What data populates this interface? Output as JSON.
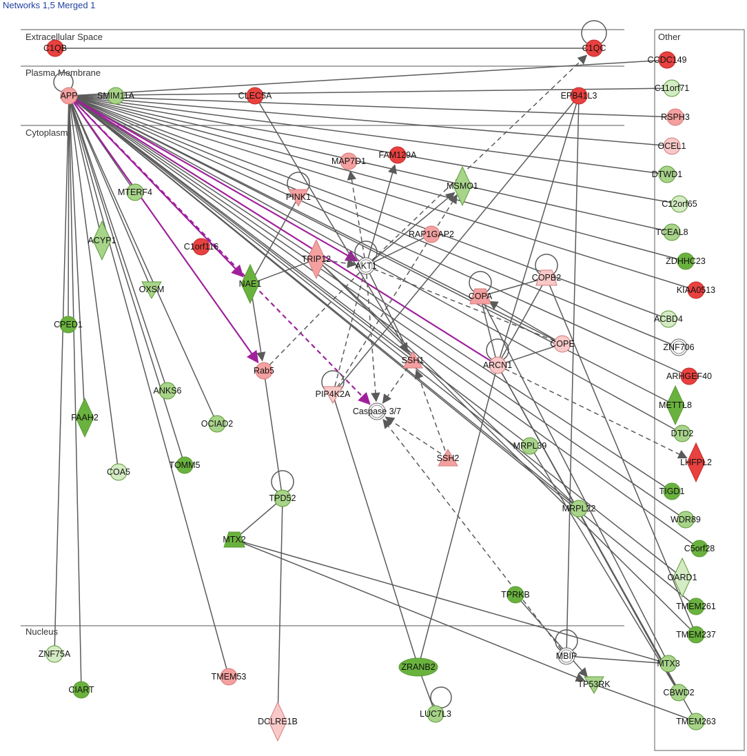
{
  "title": "Networks 1,5 Merged 1",
  "colors": {
    "red": "#e8413f",
    "pink": "#f4a0a0",
    "lightpink": "#f9c9c9",
    "green": "#6ab23e",
    "lightgreen": "#a8d48a",
    "palegreen": "#d4ebc4",
    "white": "#ffffff",
    "edge": "#5a5a5a",
    "purple": "#a0209c",
    "title": "#1f3f9f"
  },
  "regions": [
    {
      "id": "extracellular",
      "label": "Extracellular Space"
    },
    {
      "id": "plasma",
      "label": "Plasma Membrane"
    },
    {
      "id": "cytoplasm",
      "label": "Cytoplasm"
    },
    {
      "id": "nucleus",
      "label": "Nucleus"
    },
    {
      "id": "other",
      "label": "Other"
    }
  ],
  "nodes": [
    {
      "id": "C1QB",
      "label": "C1QB",
      "shape": "circle",
      "color": "red"
    },
    {
      "id": "C1QC",
      "label": "C1QC",
      "shape": "circle",
      "color": "red"
    },
    {
      "id": "APP",
      "label": "APP",
      "shape": "circle",
      "color": "pink"
    },
    {
      "id": "SMIM11A",
      "label": "SMIM11A",
      "shape": "circle",
      "color": "lightgreen"
    },
    {
      "id": "CLEC5A",
      "label": "CLEC5A",
      "shape": "circle",
      "color": "red"
    },
    {
      "id": "EPB41L3",
      "label": "EPB41L3",
      "shape": "circle",
      "color": "red"
    },
    {
      "id": "MAP7D1",
      "label": "MAP7D1",
      "shape": "circle",
      "color": "pink"
    },
    {
      "id": "FAM129A",
      "label": "FAM129A",
      "shape": "circle",
      "color": "red"
    },
    {
      "id": "MSMO1",
      "label": "MSMO1",
      "shape": "diamond",
      "color": "lightgreen"
    },
    {
      "id": "MTERF4",
      "label": "MTERF4",
      "shape": "circle",
      "color": "lightgreen"
    },
    {
      "id": "PINK1",
      "label": "PINK1",
      "shape": "tri-down",
      "color": "pink"
    },
    {
      "id": "RAP1GAP2",
      "label": "RAP1GAP2",
      "shape": "circle",
      "color": "pink"
    },
    {
      "id": "ACYP1",
      "label": "ACYP1",
      "shape": "diamond",
      "color": "lightgreen"
    },
    {
      "id": "C1orf116",
      "label": "C1orf116",
      "shape": "circle",
      "color": "red"
    },
    {
      "id": "TRIP12",
      "label": "TRIP12",
      "shape": "diamond",
      "color": "pink"
    },
    {
      "id": "AKT1",
      "label": "AKT1",
      "shape": "circle",
      "color": "white"
    },
    {
      "id": "NAE1",
      "label": "NAE1",
      "shape": "diamond",
      "color": "green"
    },
    {
      "id": "OXSM",
      "label": "OXSM",
      "shape": "tri-down",
      "color": "lightgreen"
    },
    {
      "id": "COPA",
      "label": "COPA",
      "shape": "trapezoid",
      "color": "pink"
    },
    {
      "id": "COPB2",
      "label": "COPB2",
      "shape": "trapezoid",
      "color": "lightpink"
    },
    {
      "id": "CPED1",
      "label": "CPED1",
      "shape": "circle",
      "color": "green"
    },
    {
      "id": "COPE",
      "label": "COPE",
      "shape": "circle",
      "color": "lightpink"
    },
    {
      "id": "ARCN1",
      "label": "ARCN1",
      "shape": "circle",
      "color": "lightpink"
    },
    {
      "id": "SSH1",
      "label": "SSH1",
      "shape": "tri-up",
      "color": "pink"
    },
    {
      "id": "Rab5",
      "label": "Rab5",
      "shape": "circle",
      "color": "pink"
    },
    {
      "id": "PIP4K2A",
      "label": "PIP4K2A",
      "shape": "tri-down",
      "color": "lightpink"
    },
    {
      "id": "Casp37",
      "label": "Caspase 3/7",
      "shape": "circle",
      "color": "white"
    },
    {
      "id": "FAAH2",
      "label": "FAAH2",
      "shape": "diamond",
      "color": "green"
    },
    {
      "id": "ANKS6",
      "label": "ANKS6",
      "shape": "circle",
      "color": "lightgreen"
    },
    {
      "id": "OCIAD2",
      "label": "OCIAD2",
      "shape": "circle",
      "color": "lightgreen"
    },
    {
      "id": "SSH2",
      "label": "SSH2",
      "shape": "tri-up",
      "color": "pink"
    },
    {
      "id": "MRPL39",
      "label": "MRPL39",
      "shape": "circle",
      "color": "lightgreen"
    },
    {
      "id": "COA5",
      "label": "COA5",
      "shape": "circle",
      "color": "palegreen"
    },
    {
      "id": "TOMM5",
      "label": "TOMM5",
      "shape": "circle",
      "color": "green"
    },
    {
      "id": "TPD52",
      "label": "TPD52",
      "shape": "circle",
      "color": "lightgreen"
    },
    {
      "id": "MRPL22",
      "label": "MRPL22",
      "shape": "circle",
      "color": "lightgreen"
    },
    {
      "id": "MTX2",
      "label": "MTX2",
      "shape": "trapezoid",
      "color": "green"
    },
    {
      "id": "TPRKB",
      "label": "TPRKB",
      "shape": "circle",
      "color": "green"
    },
    {
      "id": "ZNF75A",
      "label": "ZNF75A",
      "shape": "circle",
      "color": "palegreen"
    },
    {
      "id": "CIART",
      "label": "CIART",
      "shape": "circle",
      "color": "green"
    },
    {
      "id": "TMEM53",
      "label": "TMEM53",
      "shape": "circle",
      "color": "pink"
    },
    {
      "id": "ZRANB2",
      "label": "ZRANB2",
      "shape": "ellipse",
      "color": "green"
    },
    {
      "id": "MBIP",
      "label": "MBIP",
      "shape": "circle",
      "color": "white"
    },
    {
      "id": "TP53RK",
      "label": "TP53RK",
      "shape": "tri-down",
      "color": "lightgreen"
    },
    {
      "id": "DCLRE1B",
      "label": "DCLRE1B",
      "shape": "diamond",
      "color": "lightpink"
    },
    {
      "id": "LUC7L3",
      "label": "LUC7L3",
      "shape": "circle",
      "color": "lightgreen"
    },
    {
      "id": "CCDC149",
      "label": "CCDC149",
      "shape": "circle",
      "color": "red"
    },
    {
      "id": "C11orf71",
      "label": "C11orf71",
      "shape": "circle",
      "color": "palegreen"
    },
    {
      "id": "RSPH3",
      "label": "RSPH3",
      "shape": "circle",
      "color": "pink"
    },
    {
      "id": "OCEL1",
      "label": "OCEL1",
      "shape": "circle",
      "color": "lightpink"
    },
    {
      "id": "DTWD1",
      "label": "DTWD1",
      "shape": "circle",
      "color": "lightgreen"
    },
    {
      "id": "C12orf65",
      "label": "C12orf65",
      "shape": "circle",
      "color": "palegreen"
    },
    {
      "id": "TCEAL8",
      "label": "TCEAL8",
      "shape": "circle",
      "color": "lightgreen"
    },
    {
      "id": "ZDHHC23",
      "label": "ZDHHC23",
      "shape": "circle",
      "color": "green"
    },
    {
      "id": "KIAA0513",
      "label": "KIAA0513",
      "shape": "circle",
      "color": "red"
    },
    {
      "id": "ACBD4",
      "label": "ACBD4",
      "shape": "circle",
      "color": "palegreen"
    },
    {
      "id": "ZNF706",
      "label": "ZNF706",
      "shape": "circle",
      "color": "white"
    },
    {
      "id": "ARHGEF40",
      "label": "ARHGEF40",
      "shape": "circle",
      "color": "red"
    },
    {
      "id": "METTL8",
      "label": "METTL8",
      "shape": "diamond",
      "color": "green"
    },
    {
      "id": "DTD2",
      "label": "DTD2",
      "shape": "circle",
      "color": "lightgreen"
    },
    {
      "id": "LHFPL2",
      "label": "LHFPL2",
      "shape": "diamond",
      "color": "red"
    },
    {
      "id": "TIGD1",
      "label": "TIGD1",
      "shape": "circle",
      "color": "green"
    },
    {
      "id": "WDR89",
      "label": "WDR89",
      "shape": "circle",
      "color": "lightgreen"
    },
    {
      "id": "C5orf28",
      "label": "C5orf28",
      "shape": "circle",
      "color": "green"
    },
    {
      "id": "OARD1",
      "label": "OARD1",
      "shape": "diamond",
      "color": "palegreen"
    },
    {
      "id": "TMEM261",
      "label": "TMEM261",
      "shape": "circle",
      "color": "green"
    },
    {
      "id": "TMEM237",
      "label": "TMEM237",
      "shape": "circle",
      "color": "green"
    },
    {
      "id": "MTX3",
      "label": "MTX3",
      "shape": "circle",
      "color": "lightgreen"
    },
    {
      "id": "CBWD2",
      "label": "CBWD2",
      "shape": "circle",
      "color": "lightgreen"
    },
    {
      "id": "TMEM263",
      "label": "TMEM263",
      "shape": "circle",
      "color": "lightgreen"
    }
  ],
  "self_loops": [
    "C1QC",
    "APP",
    "PINK1",
    "AKT1",
    "COPA",
    "COPB2",
    "ARCN1",
    "PIP4K2A",
    "TPD52",
    "MBIP",
    "LUC7L3"
  ],
  "edges": [
    {
      "from": "C1QB",
      "to": "C1QC",
      "style": "solid"
    },
    {
      "from": "AKT1",
      "to": "C1QC",
      "style": "dashed",
      "arrow": true
    },
    {
      "from": "APP",
      "to": "CCDC149",
      "style": "solid"
    },
    {
      "from": "APP",
      "to": "C11orf71",
      "style": "solid"
    },
    {
      "from": "APP",
      "to": "RSPH3",
      "style": "solid"
    },
    {
      "from": "APP",
      "to": "OCEL1",
      "style": "solid"
    },
    {
      "from": "APP",
      "to": "DTWD1",
      "style": "solid"
    },
    {
      "from": "APP",
      "to": "C12orf65",
      "style": "solid"
    },
    {
      "from": "APP",
      "to": "TCEAL8",
      "style": "solid"
    },
    {
      "from": "APP",
      "to": "ZDHHC23",
      "style": "solid"
    },
    {
      "from": "APP",
      "to": "KIAA0513",
      "style": "solid"
    },
    {
      "from": "APP",
      "to": "ACBD4",
      "style": "solid"
    },
    {
      "from": "APP",
      "to": "ZNF706",
      "style": "solid"
    },
    {
      "from": "APP",
      "to": "ARHGEF40",
      "style": "solid"
    },
    {
      "from": "APP",
      "to": "METTL8",
      "style": "solid"
    },
    {
      "from": "APP",
      "to": "DTD2",
      "style": "solid"
    },
    {
      "from": "APP",
      "to": "TIGD1",
      "style": "solid"
    },
    {
      "from": "APP",
      "to": "WDR89",
      "style": "solid"
    },
    {
      "from": "APP",
      "to": "C5orf28",
      "style": "solid"
    },
    {
      "from": "APP",
      "to": "OARD1",
      "style": "solid"
    },
    {
      "from": "APP",
      "to": "TMEM261",
      "style": "solid"
    },
    {
      "from": "APP",
      "to": "MRPL39",
      "style": "solid"
    },
    {
      "from": "APP",
      "to": "MRPL22",
      "style": "solid"
    },
    {
      "from": "APP",
      "to": "SSH1",
      "style": "solid"
    },
    {
      "from": "APP",
      "to": "COPE",
      "style": "solid"
    },
    {
      "from": "APP",
      "to": "MTERF4",
      "style": "solid"
    },
    {
      "from": "APP",
      "to": "ACYP1",
      "style": "solid"
    },
    {
      "from": "APP",
      "to": "OXSM",
      "style": "solid"
    },
    {
      "from": "APP",
      "to": "CPED1",
      "style": "solid"
    },
    {
      "from": "APP",
      "to": "FAAH2",
      "style": "solid"
    },
    {
      "from": "APP",
      "to": "ANKS6",
      "style": "solid"
    },
    {
      "from": "APP",
      "to": "OCIAD2",
      "style": "solid"
    },
    {
      "from": "APP",
      "to": "COA5",
      "style": "solid"
    },
    {
      "from": "APP",
      "to": "TOMM5",
      "style": "solid"
    },
    {
      "from": "APP",
      "to": "ZNF75A",
      "style": "solid"
    },
    {
      "from": "APP",
      "to": "CIART",
      "style": "solid"
    },
    {
      "from": "APP",
      "to": "TMEM53",
      "style": "solid"
    },
    {
      "from": "APP",
      "to": "NAE1",
      "style": "purple",
      "arrow": true
    },
    {
      "from": "APP",
      "to": "Rab5",
      "style": "purple",
      "arrow": true
    },
    {
      "from": "APP",
      "to": "AKT1",
      "style": "purple",
      "arrow": true
    },
    {
      "from": "APP",
      "to": "ARCN1",
      "style": "purple"
    },
    {
      "from": "APP",
      "to": "Casp37",
      "style": "purple-dashed",
      "arrow": true
    },
    {
      "from": "CLEC5A",
      "to": "SSH1",
      "style": "solid",
      "arrow": true
    },
    {
      "from": "EPB41L3",
      "to": "ARCN1",
      "style": "solid"
    },
    {
      "from": "EPB41L3",
      "to": "MBIP",
      "style": "solid"
    },
    {
      "from": "EPB41L3",
      "to": "PIP4K2A",
      "style": "solid"
    },
    {
      "from": "AKT1",
      "to": "MAP7D1",
      "style": "dashed",
      "arrow": true
    },
    {
      "from": "AKT1",
      "to": "FAM129A",
      "style": "solid",
      "arrow": true
    },
    {
      "from": "AKT1",
      "to": "MSMO1",
      "style": "solid",
      "arrow": true
    },
    {
      "from": "AKT1",
      "to": "RAP1GAP2",
      "style": "solid"
    },
    {
      "from": "AKT1",
      "to": "Casp37",
      "style": "dashed",
      "arrow": true
    },
    {
      "from": "AKT1",
      "to": "SSH1",
      "style": "solid"
    },
    {
      "from": "AKT1",
      "to": "COPE",
      "style": "dashed"
    },
    {
      "from": "TRIP12",
      "to": "AKT1",
      "style": "dashed",
      "arrow": true
    },
    {
      "from": "NAE1",
      "to": "PINK1",
      "style": "solid"
    },
    {
      "from": "NAE1",
      "to": "TRIP12",
      "style": "solid"
    },
    {
      "from": "NAE1",
      "to": "Rab5",
      "style": "solid",
      "arrow": true
    },
    {
      "from": "Rab5",
      "to": "AKT1",
      "style": "dashed"
    },
    {
      "from": "Rab5",
      "to": "TPD52",
      "style": "solid"
    },
    {
      "from": "PIP4K2A",
      "to": "MSMO1",
      "style": "dashed",
      "arrow": true
    },
    {
      "from": "PIP4K2A",
      "to": "AKT1",
      "style": "dashed"
    },
    {
      "from": "PIP4K2A",
      "to": "ZRANB2",
      "style": "solid"
    },
    {
      "from": "SSH1",
      "to": "Casp37",
      "style": "dashed",
      "arrow": true
    },
    {
      "from": "SSH2",
      "to": "SSH1",
      "style": "dashed",
      "arrow": true
    },
    {
      "from": "SSH2",
      "to": "Casp37",
      "style": "dashed",
      "arrow": true
    },
    {
      "from": "MBIP",
      "to": "Casp37",
      "style": "dashed",
      "arrow": true
    },
    {
      "from": "COPA",
      "to": "COPB2",
      "style": "solid"
    },
    {
      "from": "COPA",
      "to": "ARCN1",
      "style": "solid"
    },
    {
      "from": "COPA",
      "to": "MTX3",
      "style": "solid"
    },
    {
      "from": "COPE",
      "to": "COPA",
      "style": "solid",
      "arrow": true
    },
    {
      "from": "COPE",
      "to": "ARCN1",
      "style": "solid"
    },
    {
      "from": "COPB2",
      "to": "ARCN1",
      "style": "solid"
    },
    {
      "from": "COPB2",
      "to": "TMEM237",
      "style": "solid"
    },
    {
      "from": "ARCN1",
      "to": "ZRANB2",
      "style": "solid"
    },
    {
      "from": "ARCN1",
      "to": "CBWD2",
      "style": "solid"
    },
    {
      "from": "ARCN1",
      "to": "LHFPL2",
      "style": "dashed",
      "arrow": true
    },
    {
      "from": "ARCN1",
      "to": "TMEM263",
      "style": "solid"
    },
    {
      "from": "TRIP12",
      "to": "MRPL22",
      "style": "solid"
    },
    {
      "from": "TRIP12",
      "to": "TMEM237",
      "style": "solid"
    },
    {
      "from": "MRPL39",
      "to": "CBWD2",
      "style": "solid"
    },
    {
      "from": "TPD52",
      "to": "MTX2",
      "style": "solid"
    },
    {
      "from": "TPD52",
      "to": "DCLRE1B",
      "style": "solid"
    },
    {
      "from": "MTX2",
      "to": "MTX3",
      "style": "solid"
    },
    {
      "from": "MTX2",
      "to": "TP53RK",
      "style": "solid",
      "arrow": true
    },
    {
      "from": "TPRKB",
      "to": "TP53RK",
      "style": "solid",
      "arrow": true
    },
    {
      "from": "ZRANB2",
      "to": "LUC7L3",
      "style": "solid"
    },
    {
      "from": "MBIP",
      "to": "MTX3",
      "style": "solid"
    },
    {
      "from": "TP53RK",
      "to": "TMEM263",
      "style": "solid"
    }
  ]
}
